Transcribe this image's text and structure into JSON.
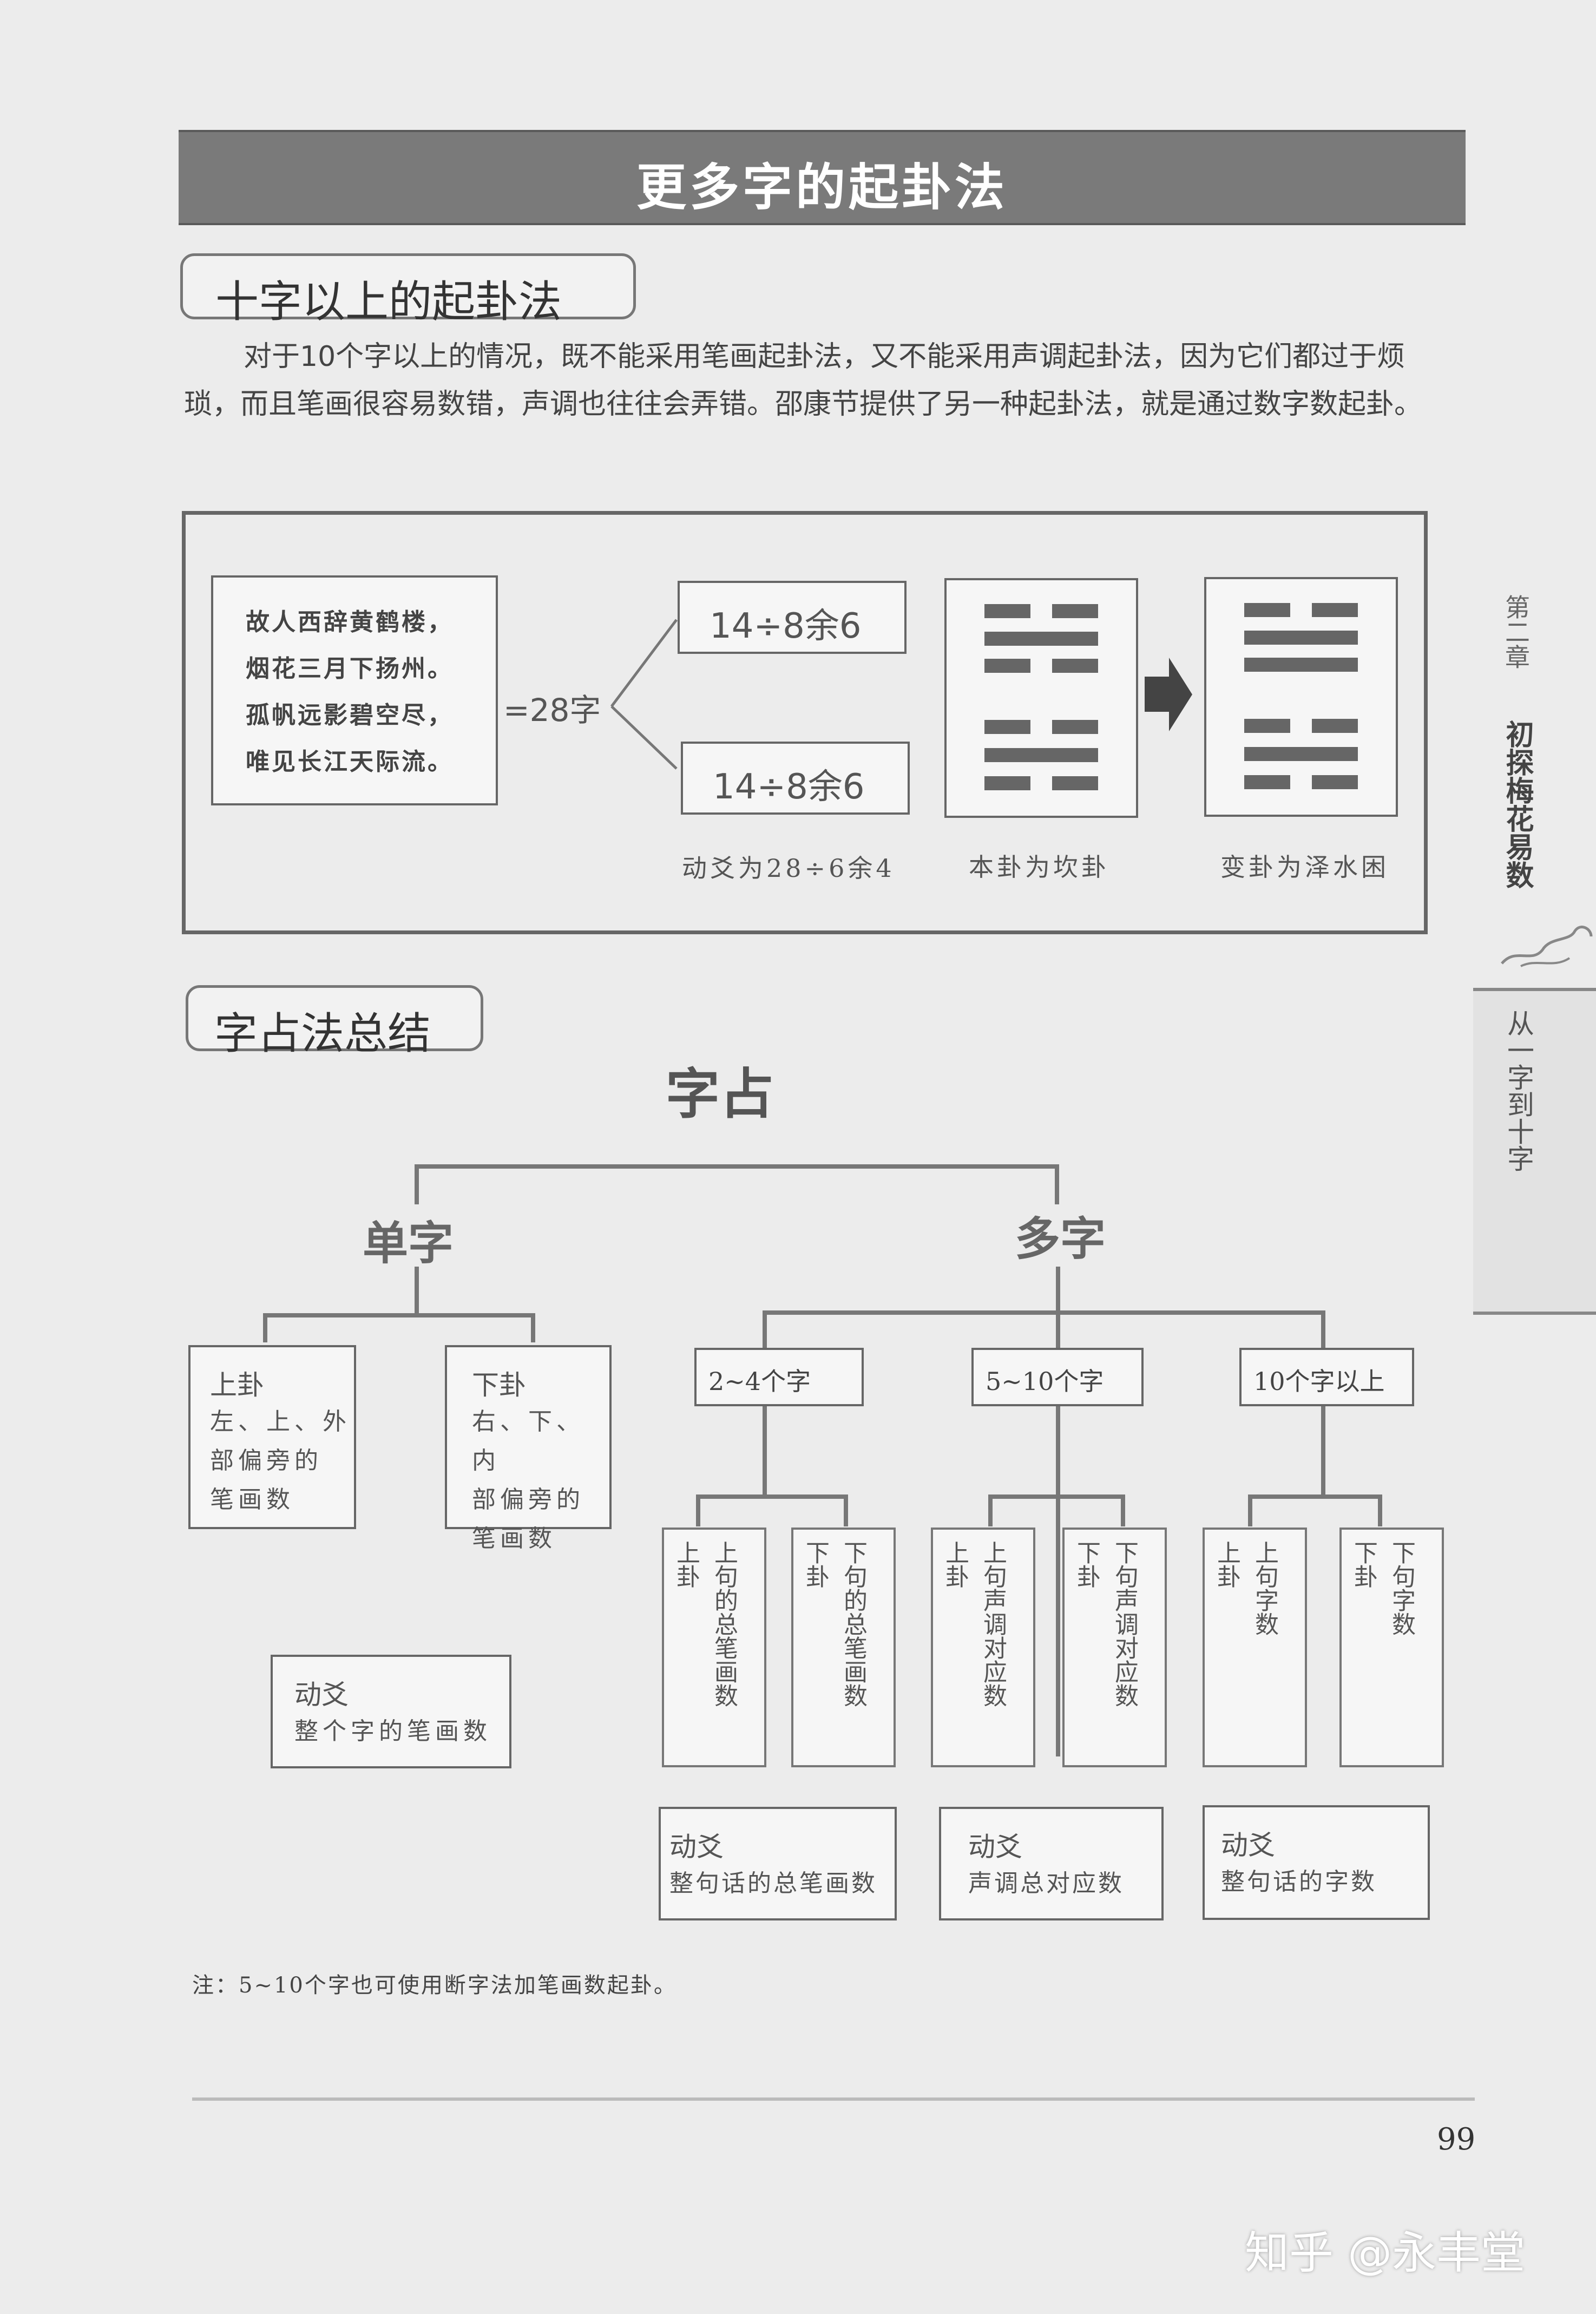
{
  "title": "更多字的起卦法",
  "section1": {
    "heading": "十字以上的起卦法",
    "paragraph": "对于10个字以上的情况，既不能采用笔画起卦法，又不能采用声调起卦法，因为它们都过于烦琐，而且笔画很容易数错，声调也往往会弄错。邵康节提供了另一种起卦法，就是通过数字数起卦。"
  },
  "example": {
    "poem": [
      "故人西辞黄鹤楼，",
      "烟花三月下扬州。",
      "孤帆远影碧空尽，",
      "唯见长江天际流。"
    ],
    "equals": "=28字",
    "calc_top": "14÷8余6",
    "calc_bottom": "14÷8余6",
    "caption_moving": "动爻为28÷6余4",
    "caption_original": "本卦为坎卦",
    "caption_changed": "变卦为泽水困"
  },
  "section2": {
    "heading": "字占法总结",
    "tree_root": "字占",
    "single": "单字",
    "multi": "多字",
    "single_upper_title": "上卦",
    "single_upper_text": [
      "左、上、外",
      "部偏旁的",
      "笔画数"
    ],
    "single_lower_title": "下卦",
    "single_lower_text": [
      "右、下、内",
      "部偏旁的",
      "笔画数"
    ],
    "single_moving_title": "动爻",
    "single_moving_text": "整个字的笔画数",
    "groups": [
      "2~4个字",
      "5~10个字",
      "10个字以上"
    ],
    "g1_upper_label": "上卦",
    "g1_upper_text": "上句的总笔画数",
    "g1_lower_label": "下卦",
    "g1_lower_text": "下句的总笔画数",
    "g2_upper_label": "上卦",
    "g2_upper_text": "上句声调对应数",
    "g2_lower_label": "下卦",
    "g2_lower_text": "下句声调对应数",
    "g3_upper_label": "上卦",
    "g3_upper_text": "上句字数",
    "g3_lower_label": "下卦",
    "g3_lower_text": "下句字数",
    "g1_moving_title": "动爻",
    "g1_moving_text": "整句话的总笔画数",
    "g2_moving_title": "动爻",
    "g2_moving_text": "声调总对应数",
    "g3_moving_title": "动爻",
    "g3_moving_text": "整句话的字数",
    "note": "注：5~10个字也可使用断字法加笔画数起卦。"
  },
  "side": {
    "chapter": "第二章",
    "chapter_title": "初探梅花易数",
    "section": "从一字到十字"
  },
  "page_number": "99",
  "watermark": "知乎 @永丰堂",
  "colors": {
    "title_bar": "#7a7a7a",
    "background": "#ececec",
    "border": "#666666"
  }
}
